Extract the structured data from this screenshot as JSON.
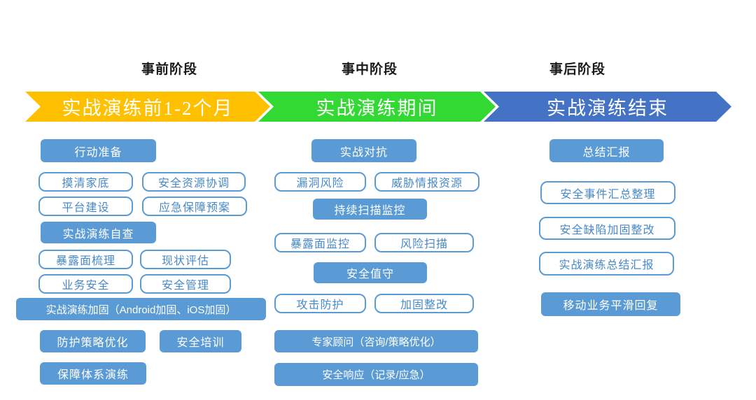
{
  "colors": {
    "banner_pre": "#FFC000",
    "banner_during": "#33D933",
    "banner_post": "#4472C4",
    "box_filled": "#5B9BD5",
    "box_outline_border": "#5B9BD5",
    "box_outline_text": "#4788C8"
  },
  "phases": [
    {
      "header": "事前阶段",
      "banner": "实战演练前1-2个月",
      "boxes": [
        {
          "label": "行动准备"
        },
        {
          "label": "摸清家底"
        },
        {
          "label": "安全资源协调"
        },
        {
          "label": "平台建设"
        },
        {
          "label": "应急保障预案"
        },
        {
          "label": "实战演练自查"
        },
        {
          "label": "暴露面梳理"
        },
        {
          "label": "现状评估"
        },
        {
          "label": "业务安全"
        },
        {
          "label": "安全管理"
        },
        {
          "label": "实战演练加固（Android加固、iOS加固）"
        },
        {
          "label": "防护策略优化"
        },
        {
          "label": "安全培训"
        },
        {
          "label": "保障体系演练"
        }
      ]
    },
    {
      "header": "事中阶段",
      "banner": "实战演练期间",
      "boxes": [
        {
          "label": "实战对抗"
        },
        {
          "label": "漏洞风险"
        },
        {
          "label": "威胁情报资源"
        },
        {
          "label": "持续扫描监控"
        },
        {
          "label": "暴露面监控"
        },
        {
          "label": "风险扫描"
        },
        {
          "label": "安全值守"
        },
        {
          "label": "攻击防护"
        },
        {
          "label": "加固整改"
        },
        {
          "label": "专家顾问（咨询/策略优化）"
        },
        {
          "label": "安全响应（记录/应急）"
        }
      ]
    },
    {
      "header": "事后阶段",
      "banner": "实战演练结束",
      "boxes": [
        {
          "label": "总结汇报"
        },
        {
          "label": "安全事件汇总整理"
        },
        {
          "label": "安全缺陷加固整改"
        },
        {
          "label": "实战演练总结汇报"
        },
        {
          "label": "移动业务平滑回复"
        }
      ]
    }
  ]
}
